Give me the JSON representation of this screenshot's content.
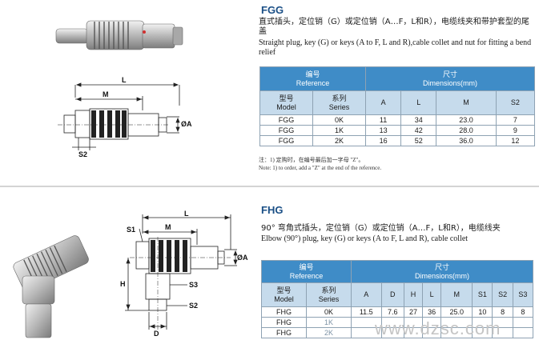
{
  "fgg": {
    "code": "FGG",
    "desc_cn": "直式插头，定位销（G）或定位销（A…F，L和R），电缆线夹和带护套型的尾盖",
    "desc_en": "Straight plug, key (G) or keys (A to F, L and R),cable collet and nut for fitting a bend relief",
    "table": {
      "ref_cn": "编号",
      "ref_en": "Reference",
      "dim_cn": "尺寸",
      "dim_en": "Dimensions(mm)",
      "model_cn": "型号",
      "model_en": "Model",
      "series_cn": "系列",
      "series_en": "Series",
      "cols": [
        "A",
        "L",
        "M",
        "S2"
      ],
      "rows": [
        {
          "model": "FGG",
          "series": "0K",
          "values": [
            "11",
            "34",
            "23.0",
            "7"
          ]
        },
        {
          "model": "FGG",
          "series": "1K",
          "values": [
            "13",
            "42",
            "28.0",
            "9"
          ]
        },
        {
          "model": "FGG",
          "series": "2K",
          "values": [
            "16",
            "52",
            "36.0",
            "12"
          ]
        }
      ]
    },
    "note_cn": "注：1) 定购时，在编号最后加一字母 \"Z\"。",
    "note_en": "Note: 1) to order, add a \"Z\" at the end of the reference.",
    "drawing": {
      "L": "L",
      "M": "M",
      "A": "ØA",
      "S2": "S2"
    }
  },
  "fhg": {
    "code": "FHG",
    "desc_cn": "90° 弯角式插头，定位销（G）或定位销（A…F，L和R），电缆线夹",
    "desc_en": "Elbow (90°) plug, key (G) or keys (A to F, L and R), cable collet",
    "table": {
      "ref_cn": "编号",
      "ref_en": "Reference",
      "dim_cn": "尺寸",
      "dim_en": "Dimensions(mm)",
      "model_cn": "型号",
      "model_en": "Model",
      "series_cn": "系列",
      "series_en": "Series",
      "cols": [
        "A",
        "D",
        "H",
        "L",
        "M",
        "S1",
        "S2",
        "S3"
      ],
      "rows": [
        {
          "model": "FHG",
          "series": "0K",
          "values": [
            "11.5",
            "7.6",
            "27",
            "36",
            "25.0",
            "10",
            "8",
            "8"
          ]
        },
        {
          "model": "FHG",
          "series": "1K",
          "values": [
            "",
            "",
            "",
            "",
            "",
            "",
            "",
            ""
          ]
        },
        {
          "model": "FHG",
          "series": "2K",
          "values": [
            "",
            "",
            "",
            "",
            "",
            "",
            "",
            ""
          ]
        }
      ]
    },
    "drawing": {
      "L": "L",
      "M": "M",
      "A": "ØA",
      "S1": "S1",
      "S2": "S2",
      "S3": "S3",
      "H": "H",
      "D": "D"
    }
  },
  "watermark": "www.dzsc.com"
}
